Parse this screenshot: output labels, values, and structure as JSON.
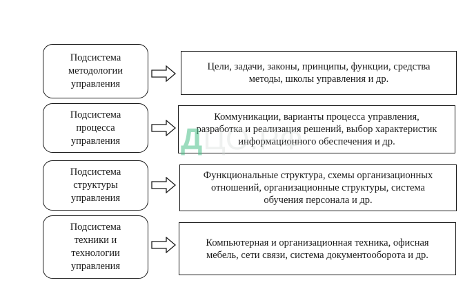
{
  "diagram": {
    "rows": [
      {
        "subsystem": [
          "Подсистема",
          "методологии",
          "управления"
        ],
        "description": [
          "Цели, задачи, законы, принципы, функции, средства",
          "методы, школы управления и др."
        ]
      },
      {
        "subsystem": [
          "Подсистема",
          "процесса",
          "управления"
        ],
        "description": [
          "Коммуникации, варианты процесса управления,",
          "разработка и реализация решений, выбор характеристик",
          "информационного обеспечения и др."
        ]
      },
      {
        "subsystem": [
          "Подсистема",
          "структуры",
          "управления"
        ],
        "description": [
          "Функциональные структура, схемы организационных",
          "отношений, организационные структуры, система",
          "обучения персонала и др."
        ]
      },
      {
        "subsystem": [
          "Подсистема",
          "техники и",
          "технологии",
          "управления"
        ],
        "description": [
          "Компьютерная и организационная техника, офисная",
          "мебель, сети связи, система документооборота и др."
        ]
      }
    ],
    "arrow_icon": "right-block-arrow",
    "watermark": {
      "accent": "Д",
      "rest": "ЦО.РФ"
    }
  }
}
